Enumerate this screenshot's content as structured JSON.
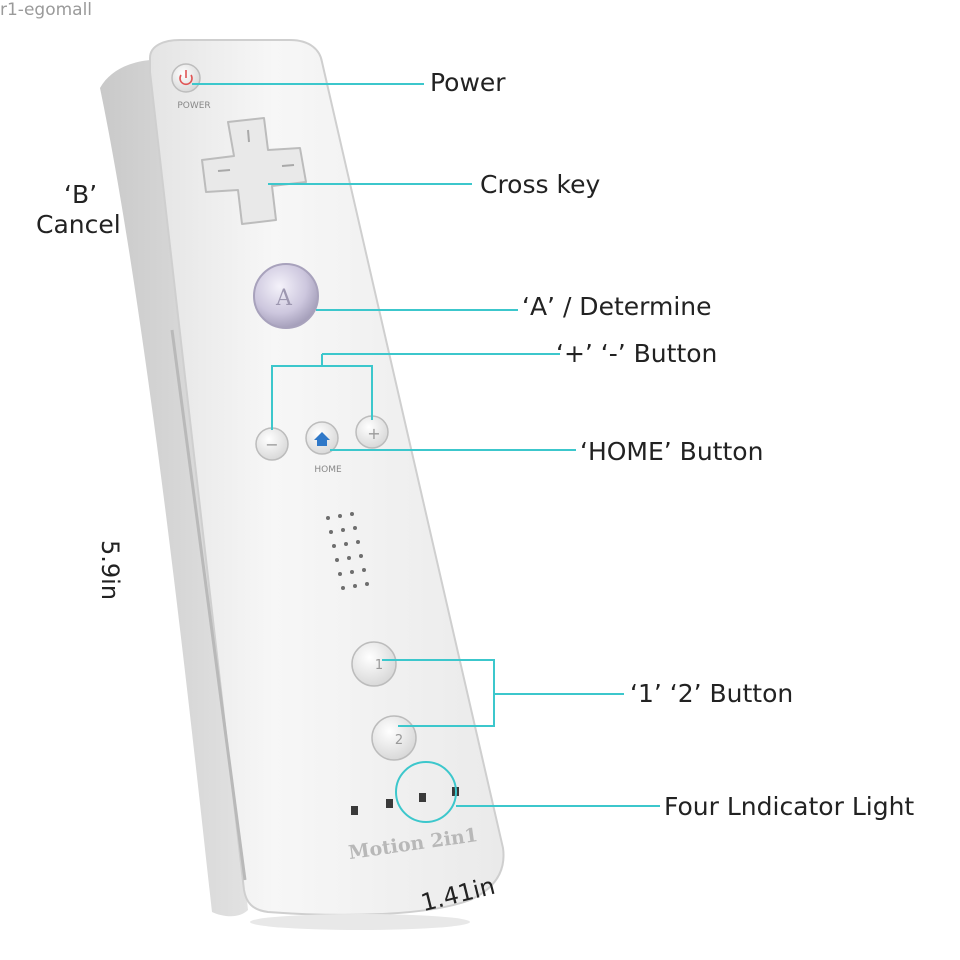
{
  "watermark": "r1-egomall",
  "colors": {
    "callout_line": "#3cc7cc",
    "body": "#f1f1f1",
    "body_shadow": "#d4d4d4",
    "a_button": "#cbc5dc",
    "home_icon": "#2f78c8",
    "power_icon": "#e05555"
  },
  "controller": {
    "power_small_label": "POWER",
    "a_button_letter": "A",
    "minus_symbol": "−",
    "plus_symbol": "+",
    "home_small_label": "HOME",
    "button_1_number": "1",
    "button_2_number": "2",
    "brand_text": "Motion 2in1"
  },
  "icons": {
    "power": "power-icon",
    "home": "home-icon",
    "dpad": "cross-dpad-icon"
  },
  "labels": {
    "power": "Power",
    "cross_key": "Cross key",
    "b_line1": "‘B’",
    "b_line2": "Cancel",
    "a_determine": "‘A’ / Determine",
    "plus_minus": "‘+’ ‘-’ Button",
    "home": "‘HOME’ Button",
    "one_two": "‘1’ ‘2’ Button",
    "indicator": "Four Lndicator Light"
  },
  "dimensions": {
    "height": "5.9in",
    "width": "1.41in"
  }
}
